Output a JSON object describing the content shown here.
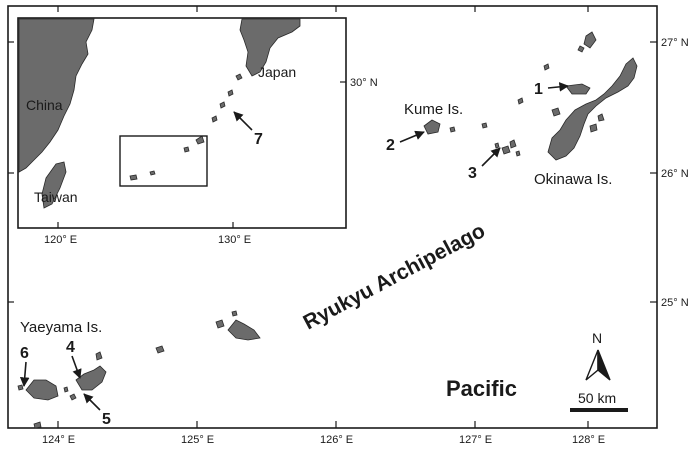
{
  "map": {
    "title": "Ryukyu Archipelago",
    "ocean_label": "Pacific",
    "latitude_labels": [
      "27° N",
      "26° N",
      "25° N"
    ],
    "longitude_labels": [
      "124° E",
      "125° E",
      "126° E",
      "127° E",
      "128° E"
    ],
    "places": {
      "kume": "Kume Is.",
      "okinawa": "Okinawa Is.",
      "yaeyama": "Yaeyama Is."
    },
    "site_numbers": [
      "1",
      "2",
      "3",
      "4",
      "5",
      "6"
    ],
    "scale_bar": {
      "label": "50 km"
    },
    "north_arrow": {
      "label": "N"
    },
    "colors": {
      "land": "#6b6b6b",
      "outline": "#2a2a2a",
      "sea": "#ffffff"
    }
  },
  "inset": {
    "latitude_label": "30° N",
    "longitude_labels": [
      "120° E",
      "130° E"
    ],
    "places": {
      "china": "China",
      "taiwan": "Taiwan",
      "japan": "Japan"
    },
    "site_number": "7"
  }
}
